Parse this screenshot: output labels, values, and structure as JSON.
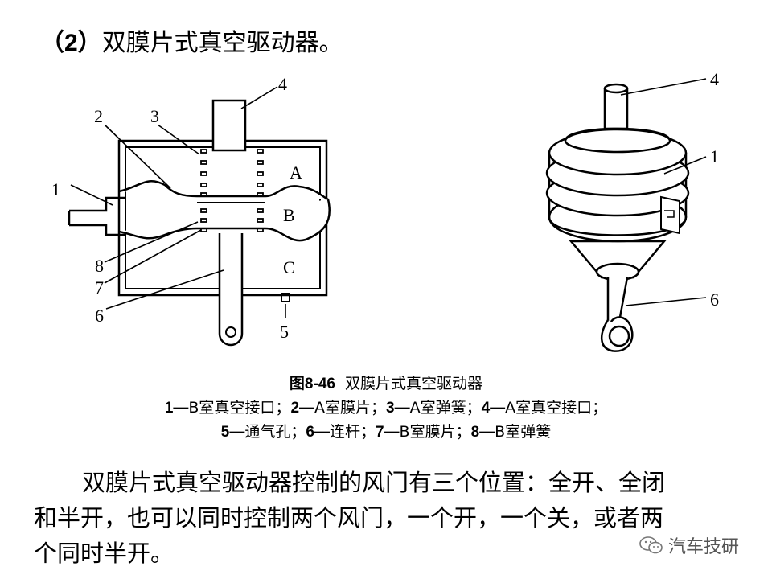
{
  "heading": {
    "number": "（2）",
    "title": "双膜片式真空驱动器。"
  },
  "left_figure": {
    "callouts": [
      "1",
      "2",
      "3",
      "4",
      "5",
      "6",
      "7",
      "8"
    ],
    "chambers": [
      "A",
      "B",
      "C"
    ]
  },
  "right_figure": {
    "callouts": [
      "4",
      "1",
      "6"
    ]
  },
  "caption": {
    "fig_number": "图8-46",
    "fig_title": "双膜片式真空驱动器",
    "items": [
      {
        "num": "1",
        "text": "B室真空接口；"
      },
      {
        "num": "2",
        "text": "A室膜片；"
      },
      {
        "num": "3",
        "text": "A室弹簧；"
      },
      {
        "num": "4",
        "text": "A室真空接口；"
      },
      {
        "num": "5",
        "text": "通气孔；"
      },
      {
        "num": "6",
        "text": "连杆；"
      },
      {
        "num": "7",
        "text": "B室膜片；"
      },
      {
        "num": "8",
        "text": "B室弹簧"
      }
    ]
  },
  "paragraph": {
    "line1": "双膜片式真空驱动器控制的风门有三个位置：全开、全闭",
    "line2": "和半开，也可以同时控制两个风门，一个开，一个关，或者两",
    "line3": "个同时半开。"
  },
  "watermark": {
    "text": "汽车技研",
    "icon": "wechat-icon"
  }
}
